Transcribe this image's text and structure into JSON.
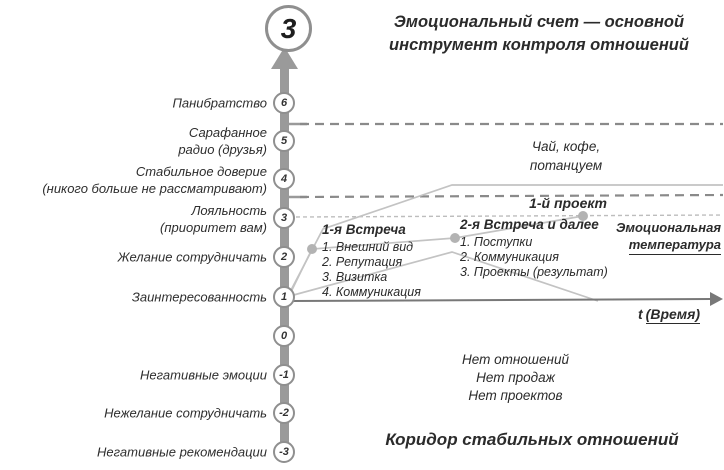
{
  "badge": {
    "number": "3"
  },
  "title": "Эмоциональный счет — основной\nинструмент контроля отношений",
  "axis": {
    "time_prefix": "t",
    "time_word": "(Время)",
    "levels": [
      {
        "value": "6",
        "label": "Панибратство"
      },
      {
        "value": "5",
        "label": "Сарафанное\nрадио (друзья)"
      },
      {
        "value": "4",
        "label": "Стабильное доверие\n(никого больше не рассматривают)"
      },
      {
        "value": "3",
        "label": "Лояльность\n(приоритет вам)"
      },
      {
        "value": "2",
        "label": "Желание сотрудничать"
      },
      {
        "value": "1",
        "label": "Заинтересованность"
      },
      {
        "value": "0",
        "label": ""
      },
      {
        "value": "-1",
        "label": "Негативные эмоции"
      },
      {
        "value": "-2",
        "label": "Нежелание сотрудничать"
      },
      {
        "value": "-3",
        "label": "Негативные рекомендации"
      }
    ]
  },
  "annotations": {
    "tea": "Чай, кофе,\nпотанцуем",
    "first_project": "1-й проект",
    "emotemp_line1": "Эмоциональная",
    "emotemp_line2": "температура",
    "meeting1": {
      "title": "1-я Встреча",
      "items": [
        "1. Внешний вид",
        "2. Репутация",
        "3. Визитка",
        "4. Коммуникация"
      ]
    },
    "meeting2": {
      "title": "2-я Встреча и далее",
      "items": [
        "1. Поступки",
        "2. Коммуникация",
        "3. Проекты (результат)"
      ]
    },
    "no_relations": "Нет отношений\nНет продаж\nНет проектов",
    "corridor": "Коридор стабильных отношений"
  },
  "colors": {
    "axis_gray": "#9a9a9a",
    "dash_dark": "#8a8a8a",
    "dash_light": "#bdbdbd",
    "line_light": "#c3c3c3",
    "dot_gray": "#b3b3b3",
    "text": "#2b2b2b"
  }
}
